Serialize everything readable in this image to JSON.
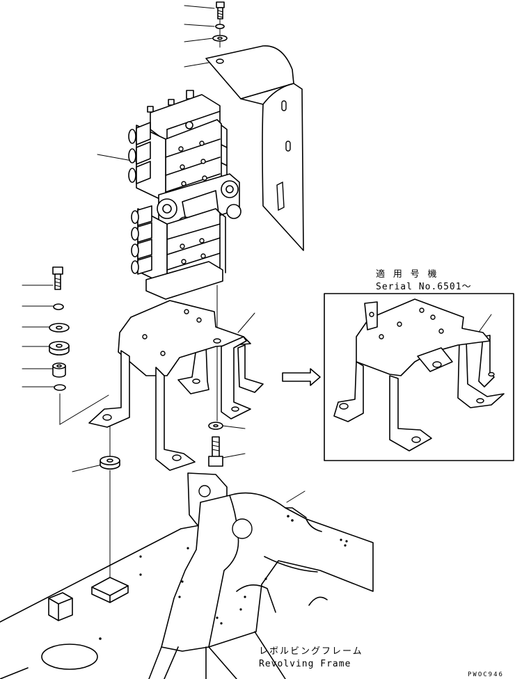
{
  "serial_note": {
    "jp_label": "適 用 号 機",
    "en_label": "Serial No.6501～"
  },
  "frame_label": {
    "jp_label": "レボルビングフレーム",
    "en_label": "Revolving Frame"
  },
  "drawing_code": "PWOC946"
}
